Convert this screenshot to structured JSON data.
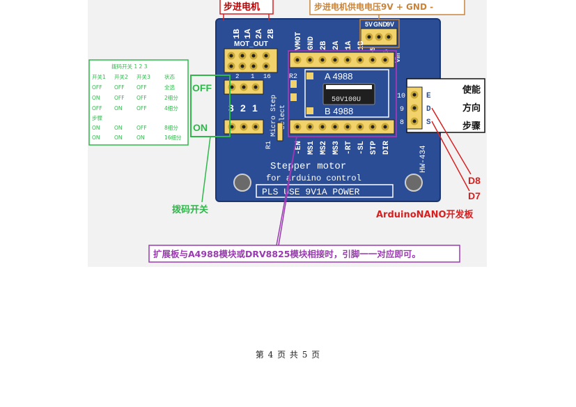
{
  "callouts": {
    "motor": "步进电机",
    "supply": "步进电机供电电压9V   +     GND   -",
    "enable": "使能",
    "direction": "方向",
    "step": "步骤",
    "d8": "D8",
    "d7": "D7",
    "nano": "ArduinoNANO开发板",
    "dip_switch": "拨码开关",
    "bottom_note": "扩展板与A4988模块或DRV8825模块相接时，引脚一一对应即可。"
  },
  "dip_table": {
    "header": "拨码开关  1  2  3",
    "columns": [
      "开关1",
      "开关2",
      "开关3",
      "状态"
    ],
    "section_label": "步骤",
    "rows": [
      [
        "OFF",
        "OFF",
        "OFF",
        "全选"
      ],
      [
        "ON",
        "OFF",
        "OFF",
        "2细分"
      ],
      [
        "OFF",
        "ON",
        "OFF",
        "4细分"
      ],
      [
        "ON",
        "ON",
        "OFF",
        "8细分"
      ],
      [
        "ON",
        "ON",
        "ON",
        "16细分"
      ]
    ],
    "off_label": "OFF",
    "on_label": "ON"
  },
  "board": {
    "mot_out_pins": [
      "1B",
      "1A",
      "2A",
      "2B"
    ],
    "mot_out_label": "MOT_OUT",
    "power_pins": [
      "5V",
      "GND",
      "9V"
    ],
    "power_signs": [
      "+5",
      "G",
      "Vin"
    ],
    "top_pins": [
      "VMOT",
      "GND",
      "2B",
      "2A",
      "1A",
      "1B"
    ],
    "bottom_pins": [
      "-EN",
      "MS1",
      "MS2",
      "MS3",
      "-RT",
      "-SL",
      "STP",
      "DIR"
    ],
    "chip_label_a": "A   4988",
    "chip_label_b": "B   4988",
    "cap_label": "50V100U",
    "micro_step": "Micro Step",
    "select": "Select",
    "r1": "R1",
    "r2": "R2",
    "sw_numbers": [
      "3",
      "2",
      "1"
    ],
    "sw_tags": [
      "2",
      "1",
      "16"
    ],
    "right_pins": [
      "E",
      "D",
      "S"
    ],
    "right_nums": [
      "10",
      "9",
      "8"
    ],
    "title": "Stepper motor",
    "subtitle": "for arduino control",
    "power_note": "PLS USE 9V1A POWER",
    "model": "HW-434"
  },
  "footer": "第 4 页 共 5 页",
  "colors": {
    "board": "#2b4d96",
    "red": "#d82020",
    "green": "#2eb84a",
    "purple": "#9a3ab0",
    "orange": "#c8843a"
  }
}
